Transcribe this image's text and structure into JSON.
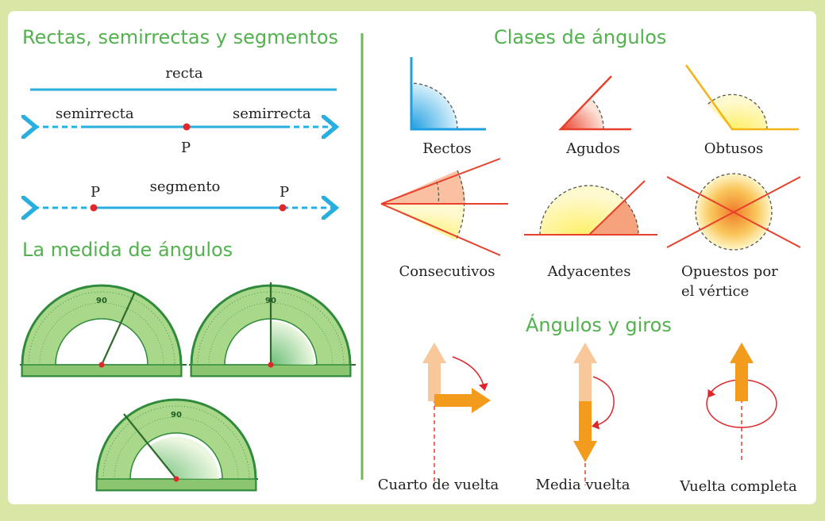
{
  "colors": {
    "heading": "#52b24d",
    "line": "#29aee0",
    "point": "#e0262a",
    "divider": "#6fb85a",
    "protractor": "#9ed27a",
    "arrow": "#f29b1d"
  },
  "rectas": {
    "title": "Rectas, semirrectas y segmentos",
    "recta_label": "recta",
    "semirrecta_left": "semirrecta",
    "semirrecta_right": "semirrecta",
    "point_p": "P",
    "segment_p1": "P",
    "segment_p2": "P",
    "segmento_label": "segmento"
  },
  "medida": {
    "title": "La medida de ángulos",
    "protractor_top_number": "90"
  },
  "clases": {
    "title": "Clases de ángulos",
    "rectos": "Rectos",
    "agudos": "Agudos",
    "obtusos": "Obtusos",
    "consecutivos": "Consecutivos",
    "adyacentes": "Adyacentes",
    "opuestos_line1": "Opuestos por",
    "opuestos_line2": "el vértice"
  },
  "giros": {
    "title": "Ángulos y giros",
    "cuarto": "Cuarto de vuelta",
    "media": "Media vuelta",
    "completa": "Vuelta completa"
  }
}
